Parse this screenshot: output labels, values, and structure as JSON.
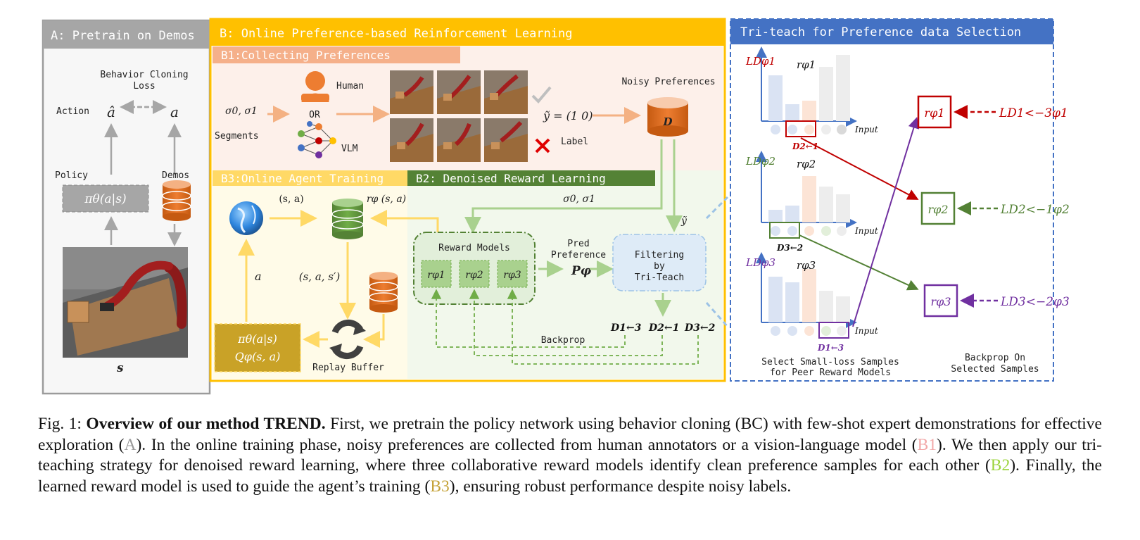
{
  "panelA": {
    "title": "A: Pretrain on Demos",
    "bc_loss_line1": "Behavior Cloning",
    "bc_loss_line2": "Loss",
    "action": "Action",
    "a_hat": "â",
    "a": "a",
    "policy": "Policy",
    "demos": "Demos",
    "policy_fn": "πθ(a|s)",
    "state": "s"
  },
  "panelB": {
    "title": "B: Online Preference-based Reinforcement Learning",
    "b1_title": "B1:Collecting Preferences",
    "segments": "Segments",
    "sigma": "σ0, σ1",
    "human": "Human",
    "or": "OR",
    "vlm": "VLM",
    "label": "Label",
    "y_tilde": "ỹ = (1 0)",
    "noisy": "Noisy Preferences",
    "D": "D",
    "b3_title": "B3:Online Agent Training",
    "b2_title": "B2: Denoised Reward Learning",
    "sa": "(s, a)",
    "r_phi_sa": "rφ (s, a)",
    "sigma2": "σ0, σ1",
    "a_lbl": "a",
    "sas": "(s, a, s′)",
    "pi_q_1": "πθ(a|s)",
    "pi_q_2": "Qφ(s, a)",
    "replay": "Replay Buffer",
    "reward_models": "Reward Models",
    "r1": "rφ1",
    "r2": "rφ2",
    "r3": "rφ3",
    "pred_1": "Pred",
    "pred_2": "Preference",
    "P_phi": "Pφ",
    "filter_1": "Filtering",
    "filter_2": "by",
    "filter_3": "Tri-Teach",
    "y_tilde2": "ỹ",
    "d13": "D1←3",
    "d21": "D2←1",
    "d32": "D3←2",
    "backprop": "Backprop"
  },
  "panelC": {
    "title": "Tri-teach for Preference data Selection",
    "input": "Input",
    "LD1": "LDφ1",
    "LD2": "LDφ2",
    "LD3": "LDφ3",
    "r1": "rφ1",
    "r2": "rφ2",
    "r3": "rφ3",
    "d21": "D2←1",
    "d32": "D3←2",
    "d13": "D1←3",
    "box_r1": "rφ1",
    "box_r2": "rφ2",
    "box_r3": "rφ3",
    "L1": "LD1<−3φ1",
    "L2": "LD2<−1φ2",
    "L3": "LD3<−2φ3",
    "select_1": "Select Small-loss Samples",
    "select_2": "for Peer Reward Models",
    "backprop_1": "Backprop On",
    "backprop_2": "Selected Samples"
  },
  "caption": {
    "prefix": "Fig. 1: ",
    "bold": "Overview of our method TREND.",
    "t1": " First, we pretrain the policy network using behavior cloning (BC) with few-shot expert demonstrations for effective exploration (",
    "A": "A",
    "t2": "). In the online training phase, noisy preferences are collected from human annotators or a vision-language model (",
    "B1": "B1",
    "t3": "). We then apply our tri-teaching strategy for denoised reward learning, where three collaborative reward models identify clean preference samples for each other (",
    "B2": "B2",
    "t4": "). Finally, the learned reward model is used to guide the agent’s training (",
    "B3": "B3",
    "t5": "), ensuring robust performance despite noisy labels."
  },
  "colors": {
    "panelA": "#9b9b9b",
    "panelB": "#ffc000",
    "b1": "#f5b08a",
    "b2": "#548235",
    "tri": "#4472c4",
    "red": "#c00000",
    "green": "#538135",
    "purple": "#7030a0"
  }
}
